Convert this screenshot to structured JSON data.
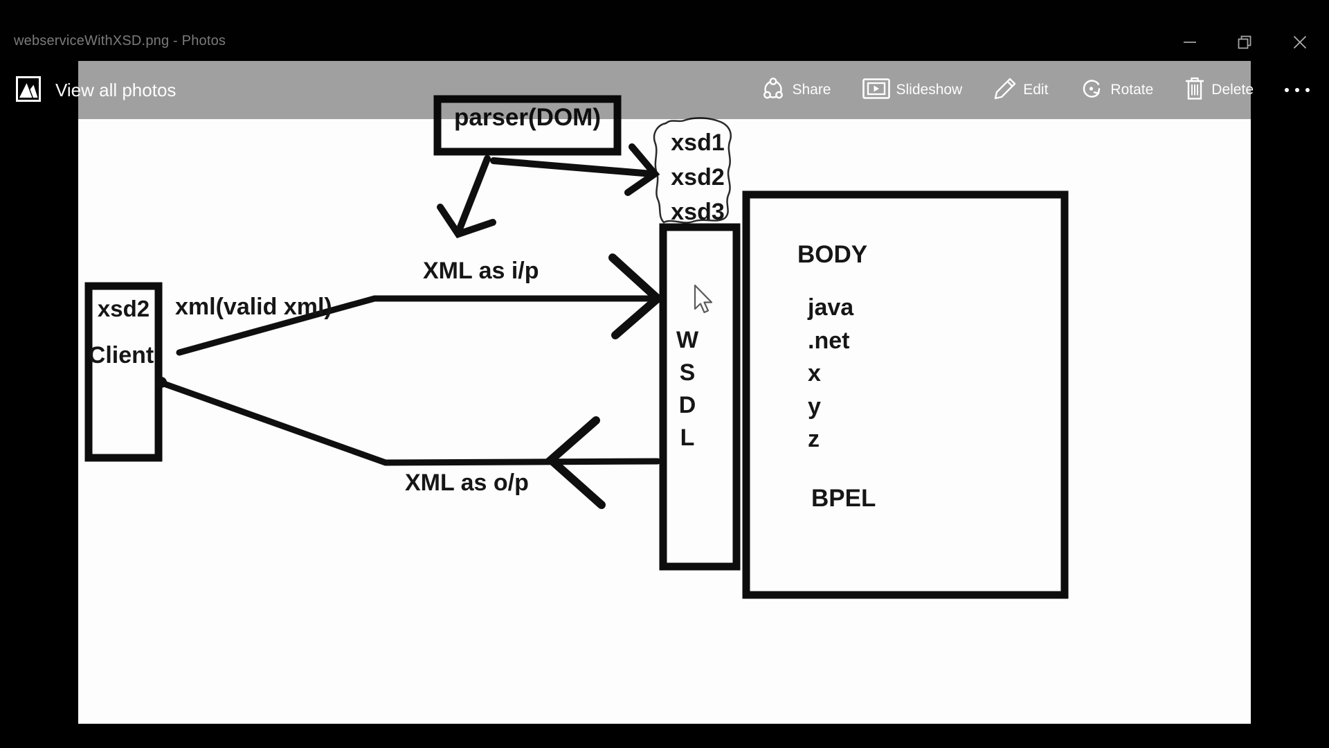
{
  "window": {
    "title": "webserviceWithXSD.png - Photos"
  },
  "toolbar": {
    "view_all_label": "View all photos",
    "buttons": [
      {
        "label": "Share"
      },
      {
        "label": "Slideshow"
      },
      {
        "label": "Edit"
      },
      {
        "label": "Rotate"
      },
      {
        "label": "Delete"
      }
    ]
  },
  "diagram": {
    "parser_label": "parser(DOM)",
    "cloud_items": [
      "xsd1",
      "xsd2",
      "xsd3"
    ],
    "client_top": "xsd2",
    "client_label": "Client",
    "wsdl_letters": [
      "W",
      "S",
      "D",
      "L"
    ],
    "body_title": "BODY",
    "body_items": [
      "java",
      ".net",
      "x",
      "y",
      "z"
    ],
    "body_footer": "BPEL",
    "arrow_labels": {
      "request": "xml(valid xml)",
      "input": "XML as i/p",
      "output": "XML as o/p"
    }
  },
  "colors": {
    "titlebar_bg": "#010101",
    "photo_bg": "#fdfdfd",
    "toolbar_overlay": "rgba(0,0,0,0.37)",
    "ink": "#161616",
    "toolbar_text": "#fdfdfd",
    "title_text": "#7b7b7b"
  }
}
